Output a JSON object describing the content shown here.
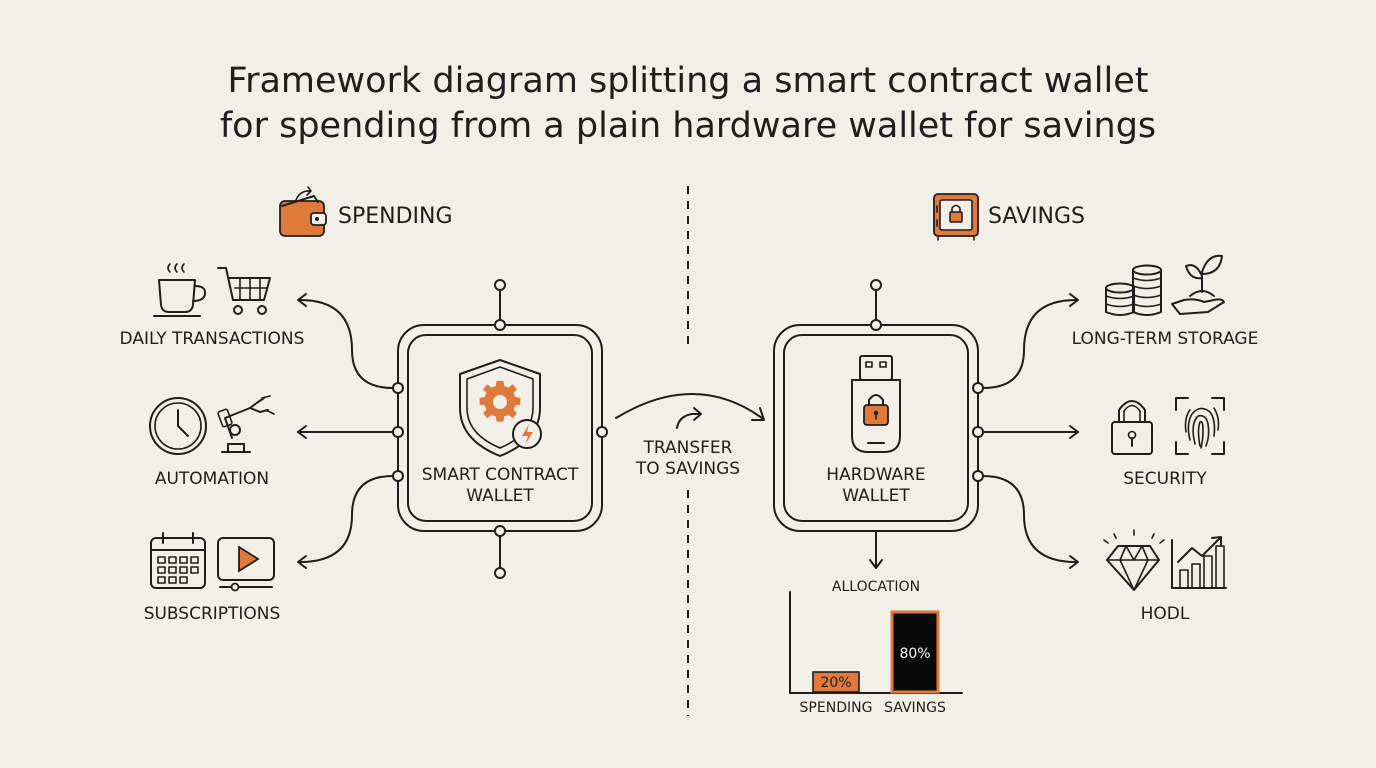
{
  "title": {
    "line1": "Framework diagram splitting a smart contract wallet",
    "line2": "for spending from a plain hardware wallet for savings"
  },
  "spending": {
    "heading": "SPENDING",
    "hub_line1": "SMART CONTRACT",
    "hub_line2": "WALLET",
    "items": [
      {
        "label": "DAILY TRANSACTIONS",
        "icons": [
          "coffee-cup-icon",
          "shopping-cart-icon"
        ]
      },
      {
        "label": "AUTOMATION",
        "icons": [
          "clock-icon",
          "robot-arm-icon"
        ]
      },
      {
        "label": "SUBSCRIPTIONS",
        "icons": [
          "calendar-icon",
          "video-play-icon"
        ]
      }
    ]
  },
  "transfer": {
    "line1": "TRANSFER",
    "line2": "TO SAVINGS"
  },
  "savings": {
    "heading": "SAVINGS",
    "hub_line1": "HARDWARE",
    "hub_line2": "WALLET",
    "items": [
      {
        "label": "LONG-TERM STORAGE",
        "icons": [
          "coin-stack-icon",
          "plant-hand-icon"
        ]
      },
      {
        "label": "SECURITY",
        "icons": [
          "padlock-icon",
          "fingerprint-icon"
        ]
      },
      {
        "label": "HODL",
        "icons": [
          "diamond-icon",
          "growth-chart-icon"
        ]
      }
    ]
  },
  "allocation": {
    "title": "ALLOCATION",
    "bars": [
      {
        "label": "SPENDING",
        "value": 20,
        "value_label": "20%",
        "color": "#e07a3c"
      },
      {
        "label": "SAVINGS",
        "value": 80,
        "value_label": "80%",
        "color": "#0a0a0a"
      }
    ]
  },
  "colors": {
    "background": "#f2efe8",
    "accent": "#e07a3c",
    "ink": "#1e1e1e"
  }
}
